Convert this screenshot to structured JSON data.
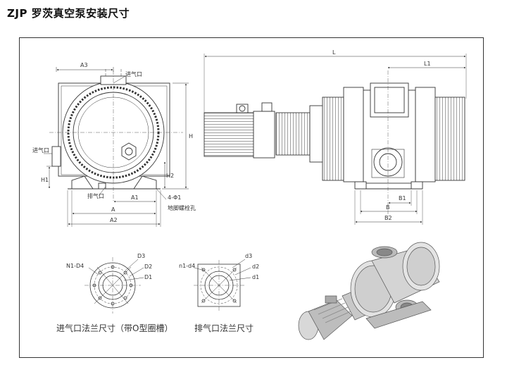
{
  "title": "ZJP 罗茨真空泵安装尺寸",
  "front_view": {
    "A3": "A3",
    "inlet": "进气口",
    "inlet_side": "进气口",
    "outlet": "排气口",
    "H": "H",
    "H1": "H1",
    "H2": "H2",
    "A1": "A1",
    "A": "A",
    "A2": "A2",
    "bolt_dim": "4-Φ1",
    "bolt_label": "地脚螺栓孔"
  },
  "side_view": {
    "L": "L",
    "L1": "L1",
    "B1": "B1",
    "B": "B",
    "B2": "B2"
  },
  "inlet_flange": {
    "n_d": "N1-D4",
    "D3": "D3",
    "D2": "D2",
    "D1": "D1",
    "caption": "进气口法兰尺寸（带O型圈槽）"
  },
  "outlet_flange": {
    "n_d": "n1-d4",
    "d3": "d3",
    "d2": "d2",
    "d1": "d1",
    "caption": "排气口法兰尺寸"
  }
}
